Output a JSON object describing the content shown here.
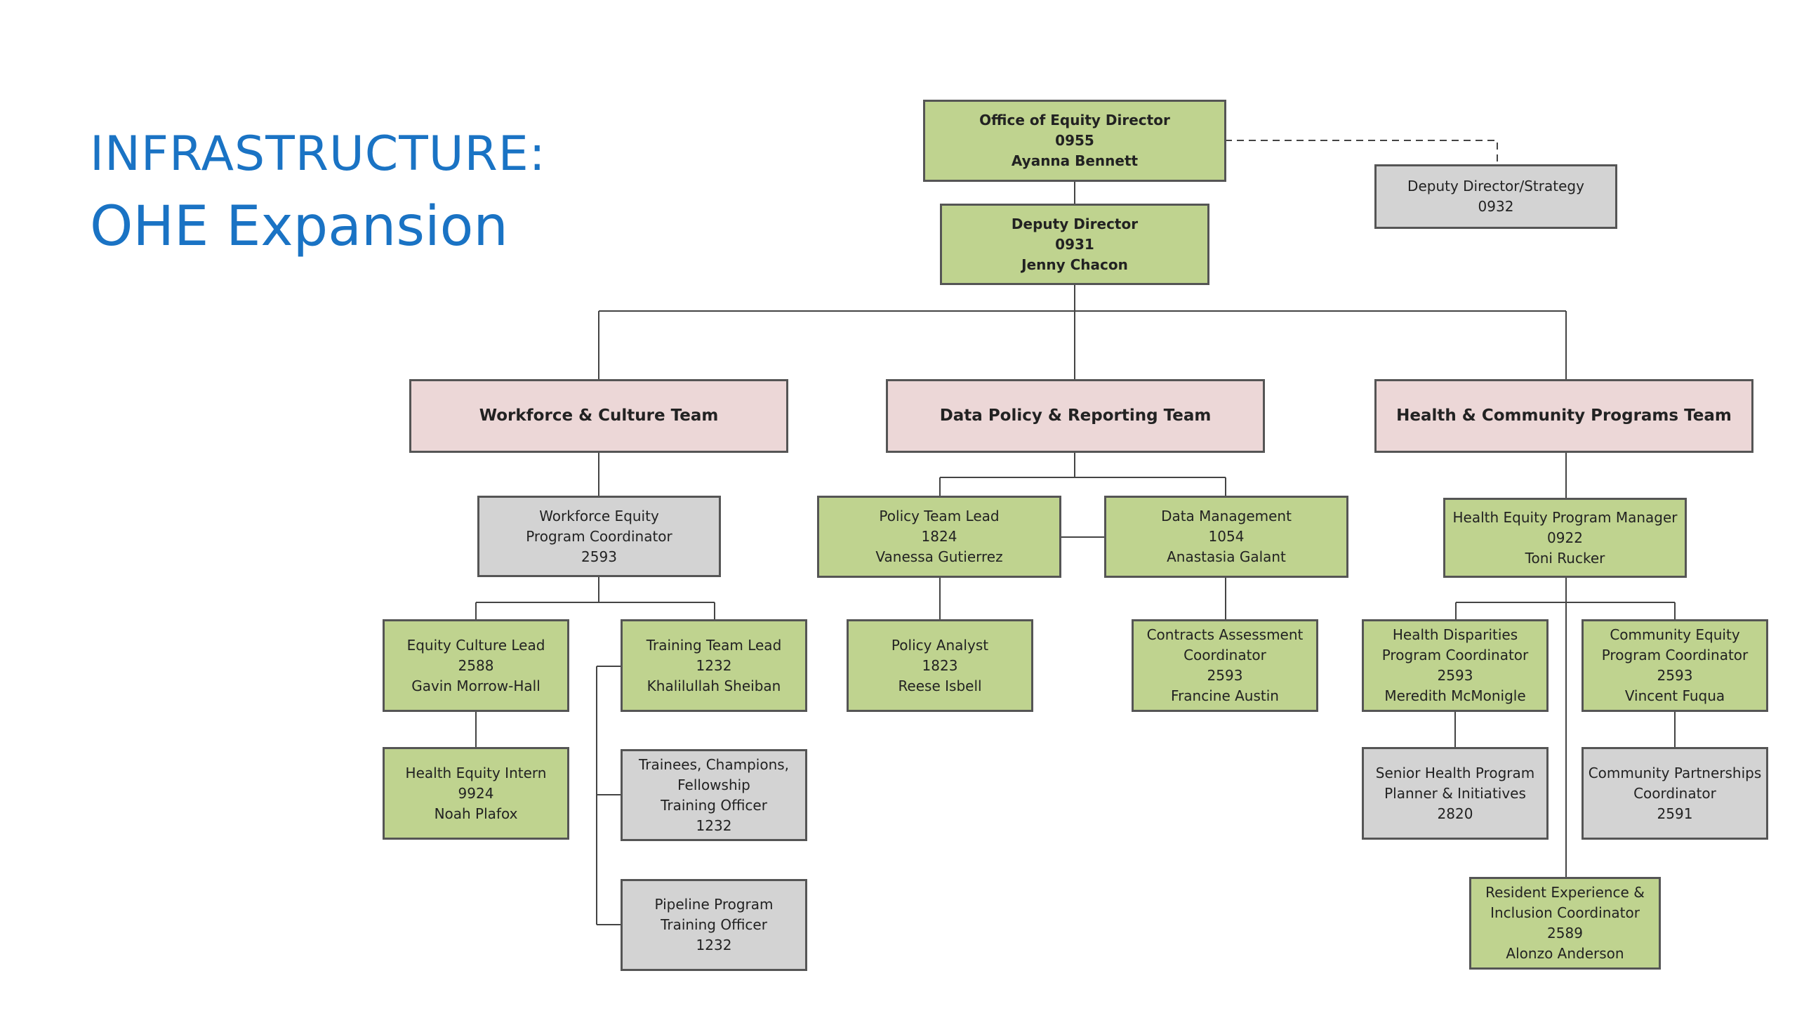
{
  "slide": {
    "title_line1": "INFRASTRUCTURE:",
    "title_line2": "OHE Expansion"
  },
  "colors": {
    "title": "#1a73c4",
    "position_filled": "#bfd38f",
    "position_vacant": "#d3d3d3",
    "team_header": "#ecd7d7",
    "border": "#555555"
  },
  "org": {
    "director": {
      "title": "Office of Equity Director",
      "code": "0955",
      "name": "Ayanna Bennett"
    },
    "deputy_strategy": {
      "title": "Deputy Director/Strategy",
      "code": "0932"
    },
    "deputy": {
      "title": "Deputy Director",
      "code": "0931",
      "name": "Jenny Chacon"
    },
    "teams": {
      "workforce": "Workforce & Culture Team",
      "data_policy": "Data Policy & Reporting Team",
      "health_community": "Health & Community Programs Team"
    },
    "workforce_coordinator": {
      "line1": "Workforce Equity",
      "line2": "Program Coordinator",
      "code": "2593"
    },
    "equity_culture_lead": {
      "title": "Equity Culture Lead",
      "code": "2588",
      "name": "Gavin Morrow-Hall"
    },
    "training_team_lead": {
      "title": "Training Team Lead",
      "code": "1232",
      "name": "Khalilullah Sheiban"
    },
    "health_equity_intern": {
      "title": "Health Equity Intern",
      "code": "9924",
      "name": "Noah Plafox"
    },
    "trainees_officer": {
      "line1": "Trainees, Champions,",
      "line2": "Fellowship",
      "line3": "Training Officer",
      "code": "1232"
    },
    "pipeline_officer": {
      "line1": "Pipeline Program",
      "line2": "Training Officer",
      "code": "1232"
    },
    "policy_team_lead": {
      "title": "Policy Team Lead",
      "code": "1824",
      "name": "Vanessa Gutierrez"
    },
    "data_management": {
      "title": "Data Management",
      "code": "1054",
      "name": "Anastasia Galant"
    },
    "policy_analyst": {
      "title": "Policy Analyst",
      "code": "1823",
      "name": "Reese Isbell"
    },
    "contracts_coordinator": {
      "line1": "Contracts Assessment",
      "line2": "Coordinator",
      "code": "2593",
      "name": "Francine Austin"
    },
    "health_equity_manager": {
      "title": "Health Equity Program Manager",
      "code": "0922",
      "name": "Toni Rucker"
    },
    "health_disparities_coordinator": {
      "line1": "Health Disparities",
      "line2": "Program Coordinator",
      "code": "2593",
      "name": "Meredith McMonigle"
    },
    "community_equity_coordinator": {
      "line1": "Community Equity",
      "line2": "Program Coordinator",
      "code": "2593",
      "name": "Vincent Fuqua"
    },
    "senior_planner": {
      "line1": "Senior Health Program",
      "line2": "Planner & Initiatives",
      "code": "2820"
    },
    "community_partnerships": {
      "line1": "Community Partnerships",
      "line2": "Coordinator",
      "code": "2591"
    },
    "resident_experience": {
      "line1": "Resident Experience &",
      "line2": "Inclusion Coordinator",
      "code": "2589",
      "name": "Alonzo Anderson"
    }
  }
}
